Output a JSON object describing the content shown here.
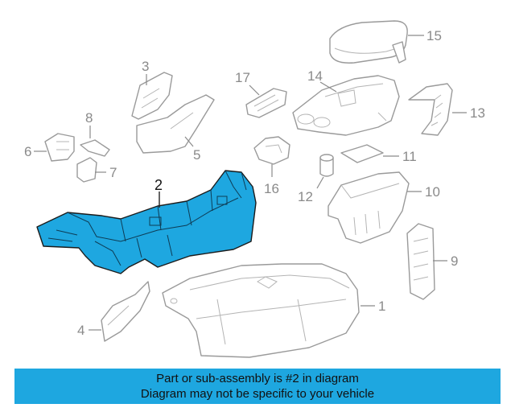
{
  "callouts": {
    "c1": "1",
    "c2": "2",
    "c3": "3",
    "c4": "4",
    "c5": "5",
    "c6": "6",
    "c7": "7",
    "c8": "8",
    "c9": "9",
    "c10": "10",
    "c11": "11",
    "c12": "12",
    "c13": "13",
    "c14": "14",
    "c15": "15",
    "c16": "16",
    "c17": "17"
  },
  "banner": {
    "line1": "Part or sub-assembly is #2 in diagram",
    "line2": "Diagram may not be specific to your vehicle"
  },
  "colors": {
    "highlight": "#1ea7e0",
    "banner": "#1ea7e0",
    "outline": "#9a9a9a"
  }
}
